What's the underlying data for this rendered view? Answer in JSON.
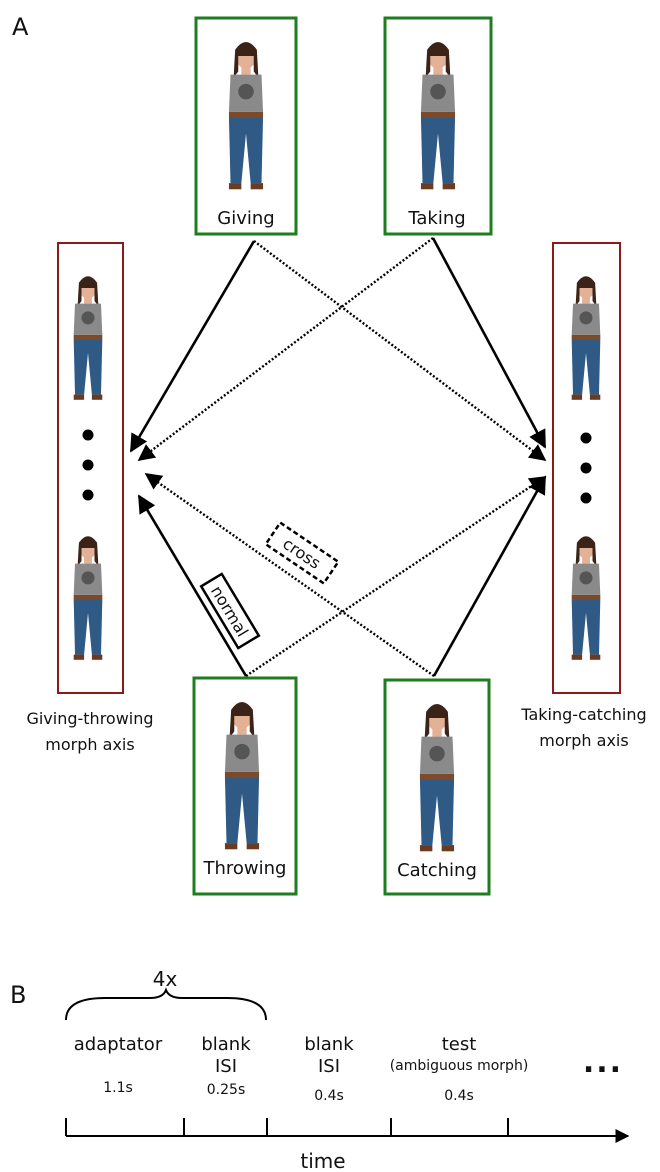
{
  "panel_a": {
    "label": "A",
    "boxes": {
      "giving": "Giving",
      "taking": "Taking",
      "throwing": "Throwing",
      "catching": "Catching"
    },
    "axes": {
      "left_line1": "Giving-throwing",
      "left_line2": "morph axis",
      "right_line1": "Taking-catching",
      "right_line2": "morph axis"
    },
    "tags": {
      "normal": "normal",
      "cross": "cross"
    }
  },
  "panel_b": {
    "label": "B",
    "repeat": "4x",
    "steps": [
      {
        "line1": "adaptator",
        "line2": "",
        "duration": "1.1s"
      },
      {
        "line1": "blank",
        "line2": "ISI",
        "duration": "0.25s"
      },
      {
        "line1": "blank",
        "line2": "ISI",
        "duration": "0.4s"
      },
      {
        "line1": "test",
        "line2": "(ambiguous morph)",
        "duration": "0.4s"
      }
    ],
    "continuation": "...",
    "axis_label": "time"
  },
  "colors": {
    "green_frame": "#1e7d1e",
    "red_frame": "#8b1a1a",
    "shirt": "#8a8a8a",
    "jeans": "#2f5a86",
    "hair": "#3b2417",
    "skin": "#e2b196"
  }
}
